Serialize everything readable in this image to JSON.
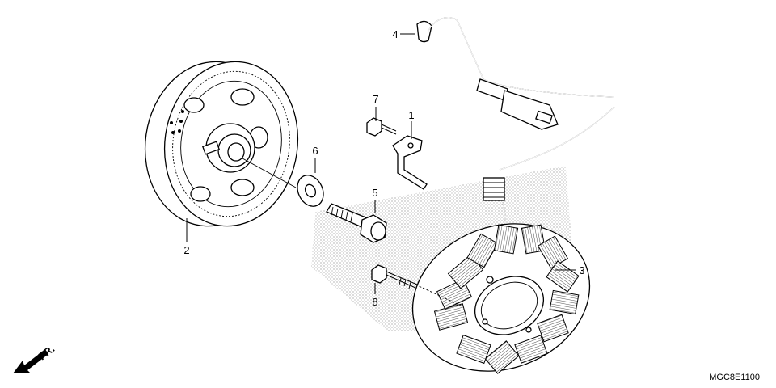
{
  "diagram": {
    "callouts": [
      {
        "id": "c1",
        "number": "1",
        "part": "bracket"
      },
      {
        "id": "c2",
        "number": "2",
        "part": "flywheel"
      },
      {
        "id": "c3",
        "number": "3",
        "part": "stator"
      },
      {
        "id": "c4",
        "number": "4",
        "part": "wire-clip"
      },
      {
        "id": "c5",
        "number": "5",
        "part": "flywheel-bolt"
      },
      {
        "id": "c6",
        "number": "6",
        "part": "washer"
      },
      {
        "id": "c7",
        "number": "7",
        "part": "bracket-screw"
      },
      {
        "id": "c8",
        "number": "8",
        "part": "stator-bolt"
      }
    ],
    "direction_label": "FR.",
    "drawing_code": "MGC8E1100"
  }
}
